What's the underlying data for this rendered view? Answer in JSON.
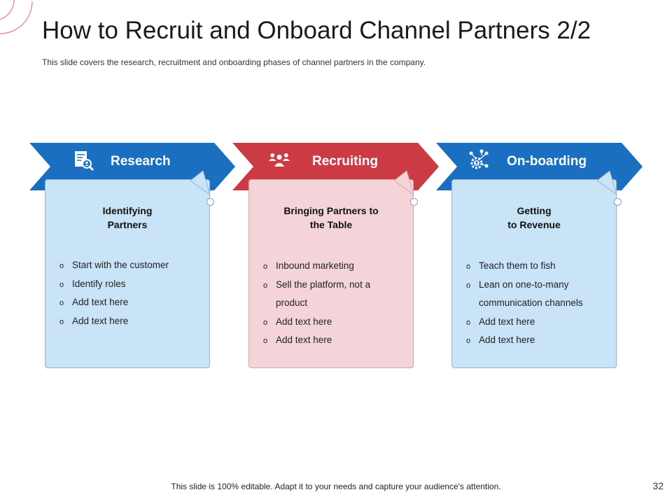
{
  "slide": {
    "title": "How to Recruit and Onboard Channel Partners 2/2",
    "subtitle": "This slide covers the research, recruitment and onboarding  phases of channel partners  in the company.",
    "footer": "This slide is 100% editable. Adapt it to your needs and capture your audience's attention.",
    "page_number": "32"
  },
  "colors": {
    "blue": "#1a6fc0",
    "red": "#cc3a44",
    "card_blue": "#c9e3f7",
    "card_pink": "#f4d4d8"
  },
  "phases": [
    {
      "label": "Research",
      "icon": "document-search-icon",
      "heading_line1": "Identifying",
      "heading_line2": "Partners",
      "items": [
        "Start with the customer",
        "Identify roles",
        "Add text here",
        "Add text here"
      ]
    },
    {
      "label": "Recruiting",
      "icon": "team-icon",
      "heading_line1": "Bringing Partners to",
      "heading_line2": "the Table",
      "items": [
        "Inbound marketing",
        "Sell the platform, not a product",
        "Add text here",
        "Add text here"
      ]
    },
    {
      "label": "On-boarding",
      "icon": "network-gear-icon",
      "heading_line1": "Getting",
      "heading_line2": "to Revenue",
      "items": [
        "Teach them to fish",
        "Lean on one-to-many communication channels",
        "Add text here",
        "Add text here"
      ]
    }
  ],
  "bullet_glyph": "o"
}
